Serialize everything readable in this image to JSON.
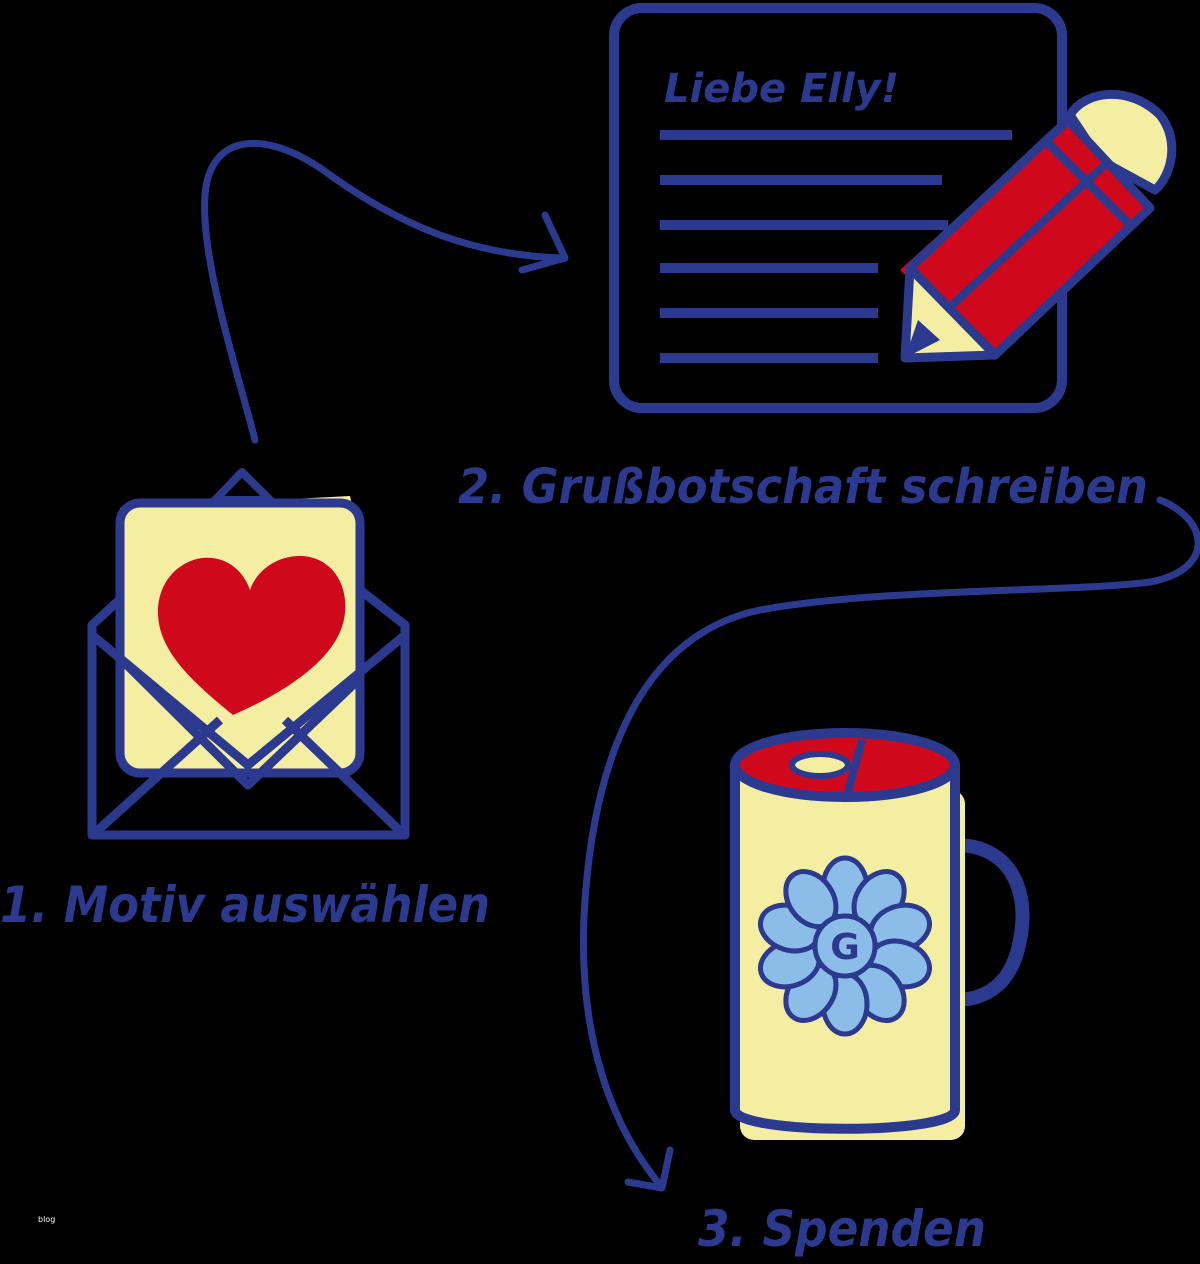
{
  "colors": {
    "background": "#000000",
    "outline": "#2b3a8f",
    "accent_red": "#d0081c",
    "cream": "#f4eea3",
    "flower_blue": "#8cbce8"
  },
  "steps": [
    {
      "label": "1. Motiv auswählen",
      "icon": "envelope-heart-icon"
    },
    {
      "label": "2. Grußbotschaft schreiben",
      "icon": "letter-pencil-icon"
    },
    {
      "label": "3. Spenden",
      "icon": "donation-can-icon"
    }
  ],
  "letter": {
    "greeting": "Liebe Elly!"
  },
  "can": {
    "logo_letter": "G"
  },
  "watermark": "blog"
}
